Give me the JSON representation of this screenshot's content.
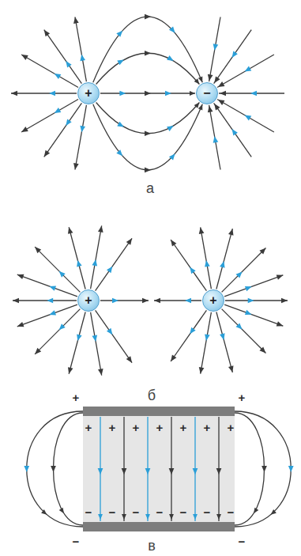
{
  "diagram": {
    "nodes": [
      {
        "text": [
          "+"
        ]
      },
      {
        "text": [
          "−"
        ]
      },
      {
        "text": [
          "+"
        ]
      },
      {
        "text": [
          "+"
        ]
      }
    ],
    "edges": [
      {
        "from": 0,
        "to": 1,
        "arrow": "to"
      },
      {
        "from": 0,
        "to": 1,
        "arrow": "to"
      },
      {
        "from": 0,
        "to": 1,
        "arrow": "to"
      },
      {
        "from": 0,
        "to": 1,
        "arrow": "to"
      },
      {
        "from": 0,
        "to": 1,
        "arrow": "to"
      }
    ],
    "labels": [
      "а",
      "б",
      "в",
      "+",
      "+",
      "+",
      "+",
      "+",
      "+",
      "+",
      "+",
      "+",
      "−",
      "−",
      "−",
      "−",
      "−",
      "−",
      "−",
      "−",
      "−"
    ]
  }
}
